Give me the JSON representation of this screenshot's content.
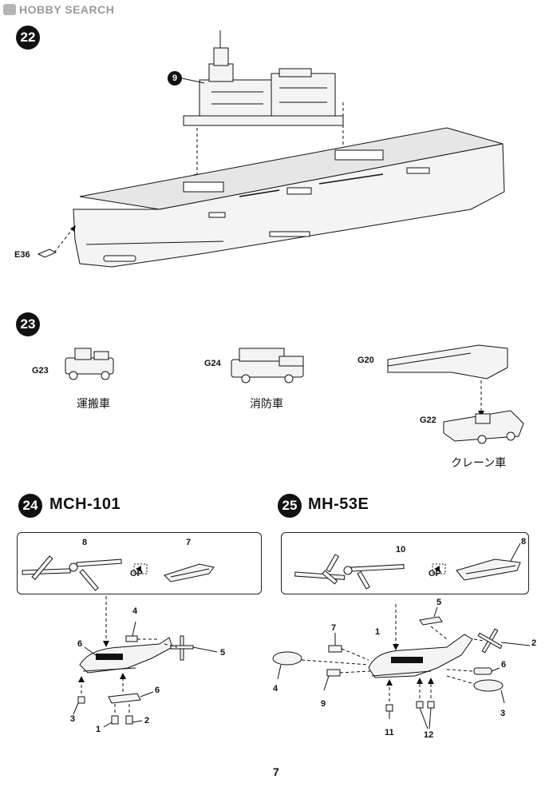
{
  "watermark": {
    "brand": "HOBBY SEARCH",
    "logo_icon": "hobby-search-logo-icon"
  },
  "page_number": "7",
  "steps": {
    "s22": {
      "number": "22",
      "callout": "9",
      "part": "E36"
    },
    "s23": {
      "number": "23",
      "parts": {
        "g23": "G23",
        "g24": "G24",
        "g20": "G20",
        "g22": "G22"
      },
      "labels": {
        "carrier": "運搬車",
        "fire": "消防車",
        "crane": "クレーン車"
      }
    },
    "s24": {
      "number": "24",
      "title": "MCH-101",
      "box_parts": {
        "rotor": "8",
        "tail": "7"
      },
      "op": "OP",
      "parts": {
        "p4": "4",
        "p6a": "6",
        "p5": "5",
        "p6b": "6",
        "p3": "3",
        "p1": "1",
        "p2": "2"
      }
    },
    "s25": {
      "number": "25",
      "title": "MH-53E",
      "box_parts": {
        "rotor": "10",
        "tail": "8"
      },
      "op": "OP",
      "parts": {
        "p7": "7",
        "p1": "1",
        "p5": "5",
        "p2": "2",
        "p6": "6",
        "p4": "4",
        "p3": "3",
        "p9": "9",
        "p11": "11",
        "p12": "12"
      }
    }
  },
  "colors": {
    "ink": "#111111",
    "hull": "#f4f4f4",
    "deck": "#e6e6e6",
    "watermark": "#9a9a9a"
  }
}
